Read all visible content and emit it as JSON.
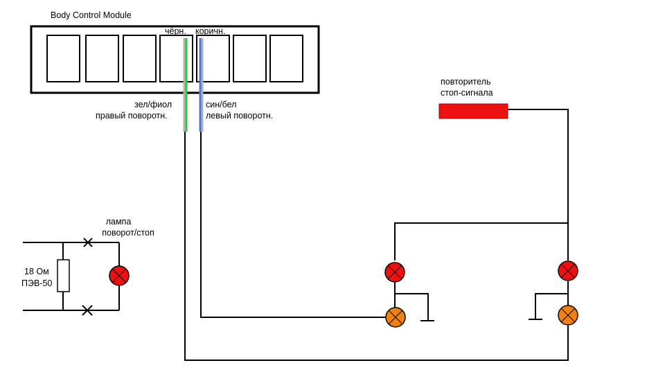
{
  "colors": {
    "wire": "#000000",
    "wire_green": "#33cc33",
    "wire_grey": "#b0b0b0",
    "wire_blue": "#5577dd",
    "lamp_red": "#ee1111",
    "lamp_orange": "#f08010",
    "repeater": "#ee1111",
    "background": "#ffffff"
  },
  "labels": {
    "bcm_title": "Body Control Module",
    "wire_black": "чёрн.",
    "wire_brown": "коричн.",
    "wire_green_violet": "зел/фиол",
    "right_turn": "правый поворотн.",
    "wire_blue_white": "син/бел",
    "left_turn": "левый поворотн.",
    "repeater_line1": "повторитель",
    "repeater_line2": "стоп-сигнала",
    "lamp_line1": "лампа",
    "lamp_line2": "поворот/стоп",
    "resistor_value": "18 Ом",
    "resistor_type": "ПЭВ-50"
  },
  "icons": {
    "lamp": "lamp-circle-cross-icon",
    "resistor": "resistor-rect-icon",
    "ground": "ground-t-icon",
    "cut": "cut-x-icon"
  }
}
